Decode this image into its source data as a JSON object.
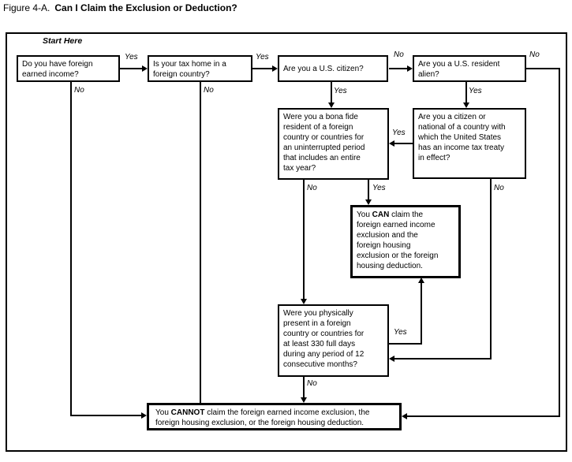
{
  "title": {
    "prefix": "Figure 4-A.",
    "main": "Can I Claim the Exclusion or Deduction?"
  },
  "labels": {
    "start": "Start Here",
    "yes_income": "Yes",
    "no_income": "No",
    "yes_taxhome": "Yes",
    "no_taxhome": "No",
    "no_citizen": "No",
    "yes_citizen": "Yes",
    "no_alien": "No",
    "yes_alien": "Yes",
    "yes_treaty": "Yes",
    "no_bonafide": "No",
    "yes_bonafide": "Yes",
    "no_treaty": "No",
    "yes_physical": "Yes",
    "no_physical": "No"
  },
  "boxes": {
    "foreign_income": {
      "lines": [
        "Do you have foreign",
        "earned income?"
      ]
    },
    "tax_home": {
      "lines": [
        "Is your tax home in a",
        "foreign country?"
      ]
    },
    "us_citizen": {
      "lines": [
        "Are you a U.S. citizen?"
      ]
    },
    "resident_alien": {
      "lines": [
        "Are you a U.S. resident",
        "alien?"
      ]
    },
    "bona_fide": {
      "lines": [
        "Were you a bona fide",
        "resident of a foreign",
        "country or countries for",
        "an uninterrupted period",
        "that includes an entire",
        "tax year?"
      ]
    },
    "treaty": {
      "lines": [
        "Are you a citizen or",
        "national of a country with",
        "which the United States",
        "has an income tax treaty",
        "in effect?"
      ]
    },
    "can_claim": {
      "pre": "You ",
      "bold": "CAN",
      "post_lines": [
        " claim the",
        "foreign earned income",
        "exclusion and the",
        "foreign housing",
        "exclusion or the foreign",
        "housing deduction."
      ]
    },
    "physical_presence": {
      "lines": [
        "Were you physically",
        "present in a foreign",
        "country or countries for",
        "at least 330 full days",
        "during any period of 12",
        "consecutive months?"
      ]
    },
    "cannot_claim": {
      "pre": "You ",
      "bold": "CANNOT",
      "post_lines": [
        " claim the foreign earned income exclusion, the",
        "foreign housing exclusion, or the foreign housing deduction."
      ]
    }
  },
  "colors": {
    "line": "#000000",
    "background": "#ffffff"
  }
}
